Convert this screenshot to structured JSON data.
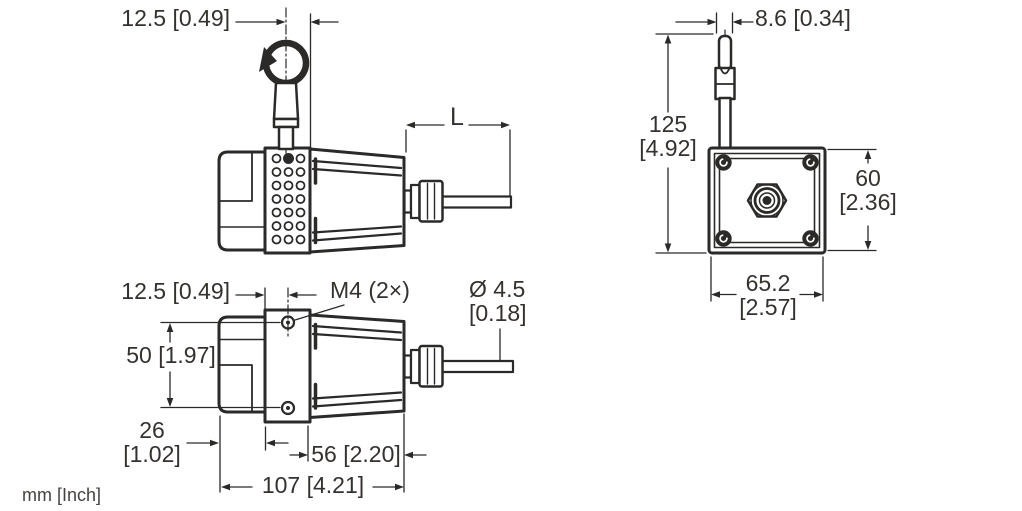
{
  "meta": {
    "units_label": "mm [Inch]"
  },
  "top_side_view": {
    "eyelet_offset": "12.5 [0.49]",
    "cable_length": "L"
  },
  "front_view": {
    "clip_width": "8.6 [0.34]",
    "total_height_mm": "125",
    "total_height_inch": "[4.92]",
    "body_height_mm": "60",
    "body_height_inch": "[2.36]",
    "body_width_mm": "65.2",
    "body_width_inch": "[2.57]"
  },
  "bottom_side_view": {
    "screw_offset": "12.5 [0.49]",
    "screw_label": "M4 (2×)",
    "cable_diameter_mm": "Ø 4.5",
    "cable_diameter_inch": "[0.18]",
    "screw_spacing": "50 [1.97]",
    "drum_depth_mm": "26",
    "drum_depth_inch": "[1.02]",
    "flange_to_gland": "56 [2.20]",
    "total_length": "107 [4.21]"
  }
}
